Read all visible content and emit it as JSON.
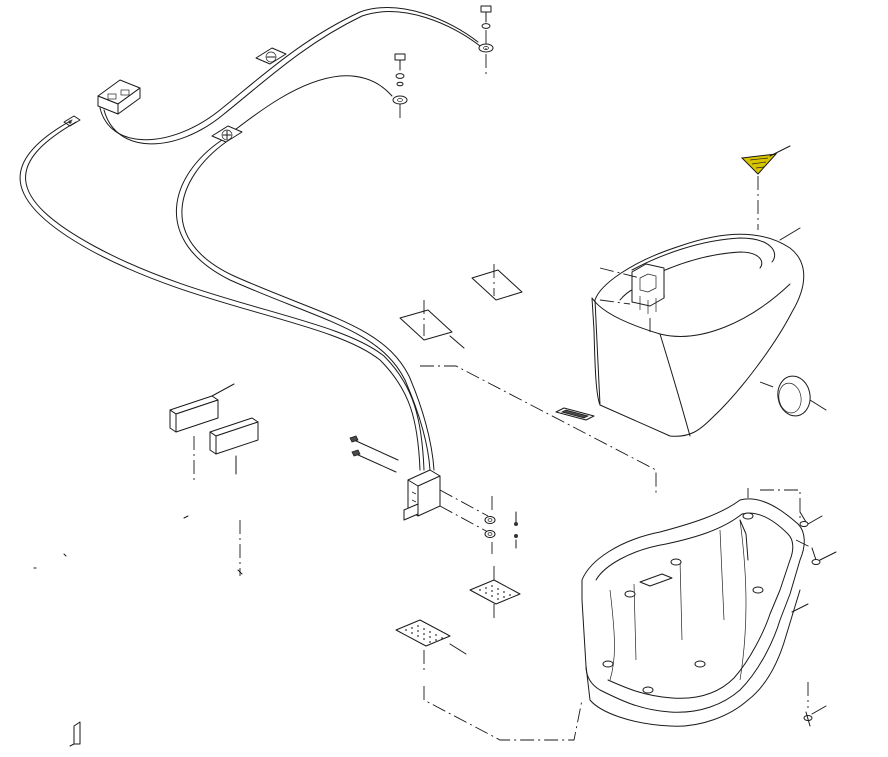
{
  "diagram": {
    "type": "exploded-parts-view",
    "background": "#ffffff",
    "line_color": "#1a1a1a",
    "warning_label_color": "#d9c400",
    "parts": [
      "wire-harness",
      "connector-plug",
      "ring-terminal-upper",
      "ring-terminal-lower",
      "terminal-screw-upper",
      "terminal-screw-lower",
      "negative-tag",
      "positive-tag",
      "warning-label",
      "battery-cover",
      "cap-plug",
      "data-plate",
      "battery-box",
      "anderson-connector",
      "mounting-screw-pair",
      "hex-nut-pair",
      "foam-pad-left",
      "foam-pad-right",
      "adhesive-pad-upper",
      "adhesive-pad-lower",
      "bracket-piece",
      "box-screws"
    ]
  }
}
